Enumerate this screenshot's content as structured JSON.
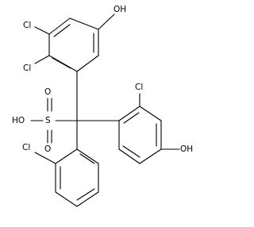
{
  "molecule": {
    "labels": {
      "oh_top": "OH",
      "cl_upper_left": "Cl",
      "cl_lower_left": "Cl",
      "cl_right_ring": "Cl",
      "oh_right": "OH",
      "ho_sulfonic": "HO",
      "s": "S",
      "o_top": "O",
      "o_bottom": "O",
      "cl_bottom": "Cl"
    }
  }
}
